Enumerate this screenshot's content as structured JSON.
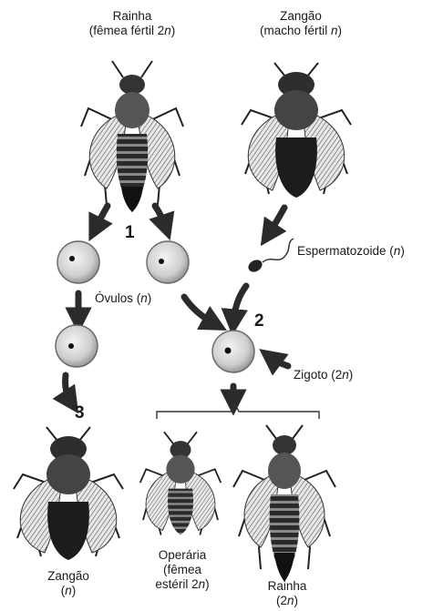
{
  "queen_top": {
    "line1": "Rainha",
    "line2_pre": "(fêmea fértil 2",
    "line2_n": "n",
    "line2_post": ")"
  },
  "drone_top": {
    "line1": "Zangão",
    "line2_pre": "(macho fértil ",
    "line2_n": "n",
    "line2_post": ")"
  },
  "step_numbers": {
    "one": "1",
    "two": "2",
    "three": "3"
  },
  "spermatozoid": {
    "pre": "Espermatozoide (",
    "n": "n",
    "post": ")"
  },
  "ovules": {
    "pre": "Óvulos (",
    "n": "n",
    "post": ")"
  },
  "zygote": {
    "pre": "Zigoto (2",
    "n": "n",
    "post": ")"
  },
  "drone_bottom": {
    "line1": "Zangão",
    "line2_pre": "(",
    "line2_n": "n",
    "line2_post": ")"
  },
  "worker": {
    "line1": "Operária",
    "line2": "(fêmea",
    "line3_pre": "estéril 2",
    "line3_n": "n",
    "line3_post": ")"
  },
  "queen_bottom": {
    "line1": "Rainha",
    "line2_pre": "(2",
    "line2_n": "n",
    "line2_post": ")"
  }
}
